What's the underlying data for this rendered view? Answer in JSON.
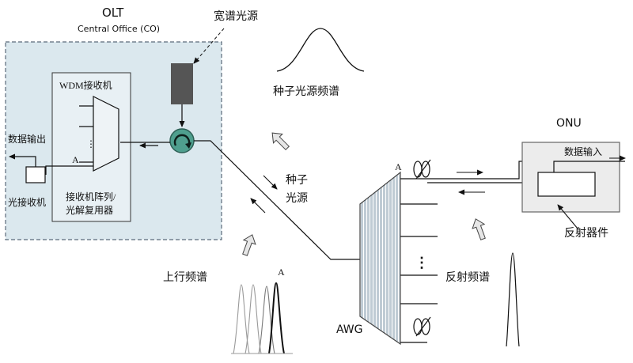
{
  "olt": {
    "title": "OLT",
    "subtitle": "Central Office (CO)",
    "receiver_title": "WDM接收机",
    "demux_label_line1": "接收机阵列/",
    "demux_label_line2": "光解复用器",
    "data_output": "数据输出",
    "optical_receiver": "光接收机",
    "port_a": "A"
  },
  "source": {
    "broadband": "宽谱光源",
    "seed_spectrum": "种子光源频谱",
    "seed_line1": "种子",
    "seed_line2": "光源"
  },
  "uplink_spectrum": "上行频谱",
  "spectrum_peak_label": "A",
  "awg": {
    "label": "AWG",
    "port_a": "A",
    "ellipsis": "⋮"
  },
  "onu": {
    "title": "ONU",
    "data_input": "数据输入",
    "reflective_device": "反射器件"
  },
  "reflected_spectrum": "反射频谱",
  "colors": {
    "olt_fill": "#dbe8ee",
    "source_box": "#555555",
    "circulator": "#4f9f8e",
    "hollow_arrow_fill": "#e6e6e6",
    "onu_fill": "#ececec",
    "awg_hatch": "#7f97a8"
  }
}
